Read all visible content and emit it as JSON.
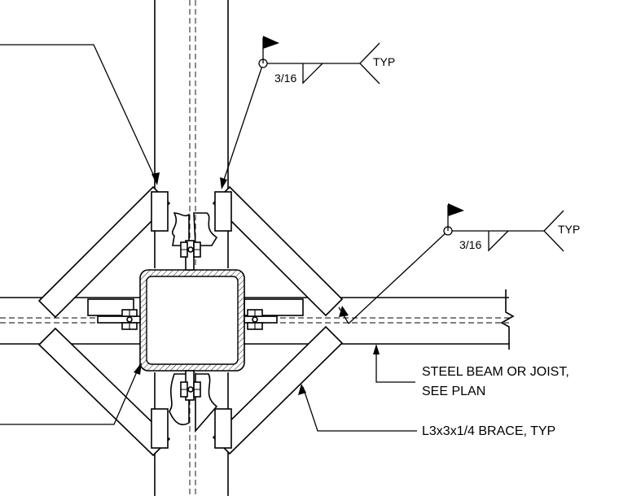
{
  "notes": {
    "weld_top": {
      "size": "3/16",
      "tail": "TYP"
    },
    "weld_right": {
      "size": "3/16",
      "tail": "TYP"
    },
    "beam_note_line1": "STEEL BEAM OR JOIST,",
    "beam_note_line2": "SEE PLAN",
    "brace_note": "L3x3x1/4 BRACE, TYP"
  },
  "symbols": [
    "field-weld-flag",
    "weld-all-around-circle",
    "fillet-weld-triangle",
    "reference-tail",
    "break-line"
  ]
}
